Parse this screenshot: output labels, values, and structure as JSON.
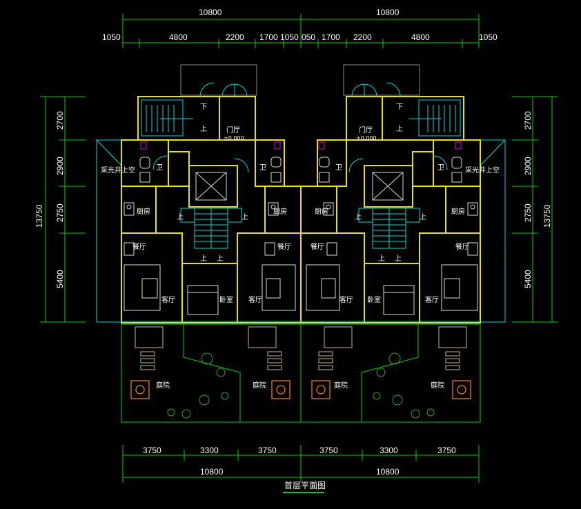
{
  "title": "首层平面图",
  "dims": {
    "top_total": [
      "10800",
      "10800"
    ],
    "top_parts": [
      "1050",
      "4800",
      "2200",
      "1700",
      "1050",
      "050",
      "1700",
      "2200",
      "4800",
      "1050"
    ],
    "bottom_parts": [
      "3750",
      "3300",
      "3750",
      "3750",
      "3300",
      "3750"
    ],
    "bottom_total": [
      "10800",
      "10800"
    ],
    "left_parts": [
      "2700",
      "2900",
      "2750",
      "5400"
    ],
    "left_total": "13750",
    "right_parts": [
      "2700",
      "2900",
      "2750",
      "5400"
    ],
    "right_total": "13750"
  },
  "rooms": {
    "foyer": "门厅",
    "elevation": "±0.000",
    "light_well": "采光井上空",
    "bathroom": "卫",
    "kitchen": "厨房",
    "dining": "餐厅",
    "living": "客厅",
    "bedroom": "卧室",
    "courtyard": "庭院",
    "up": "上",
    "down": "下"
  }
}
